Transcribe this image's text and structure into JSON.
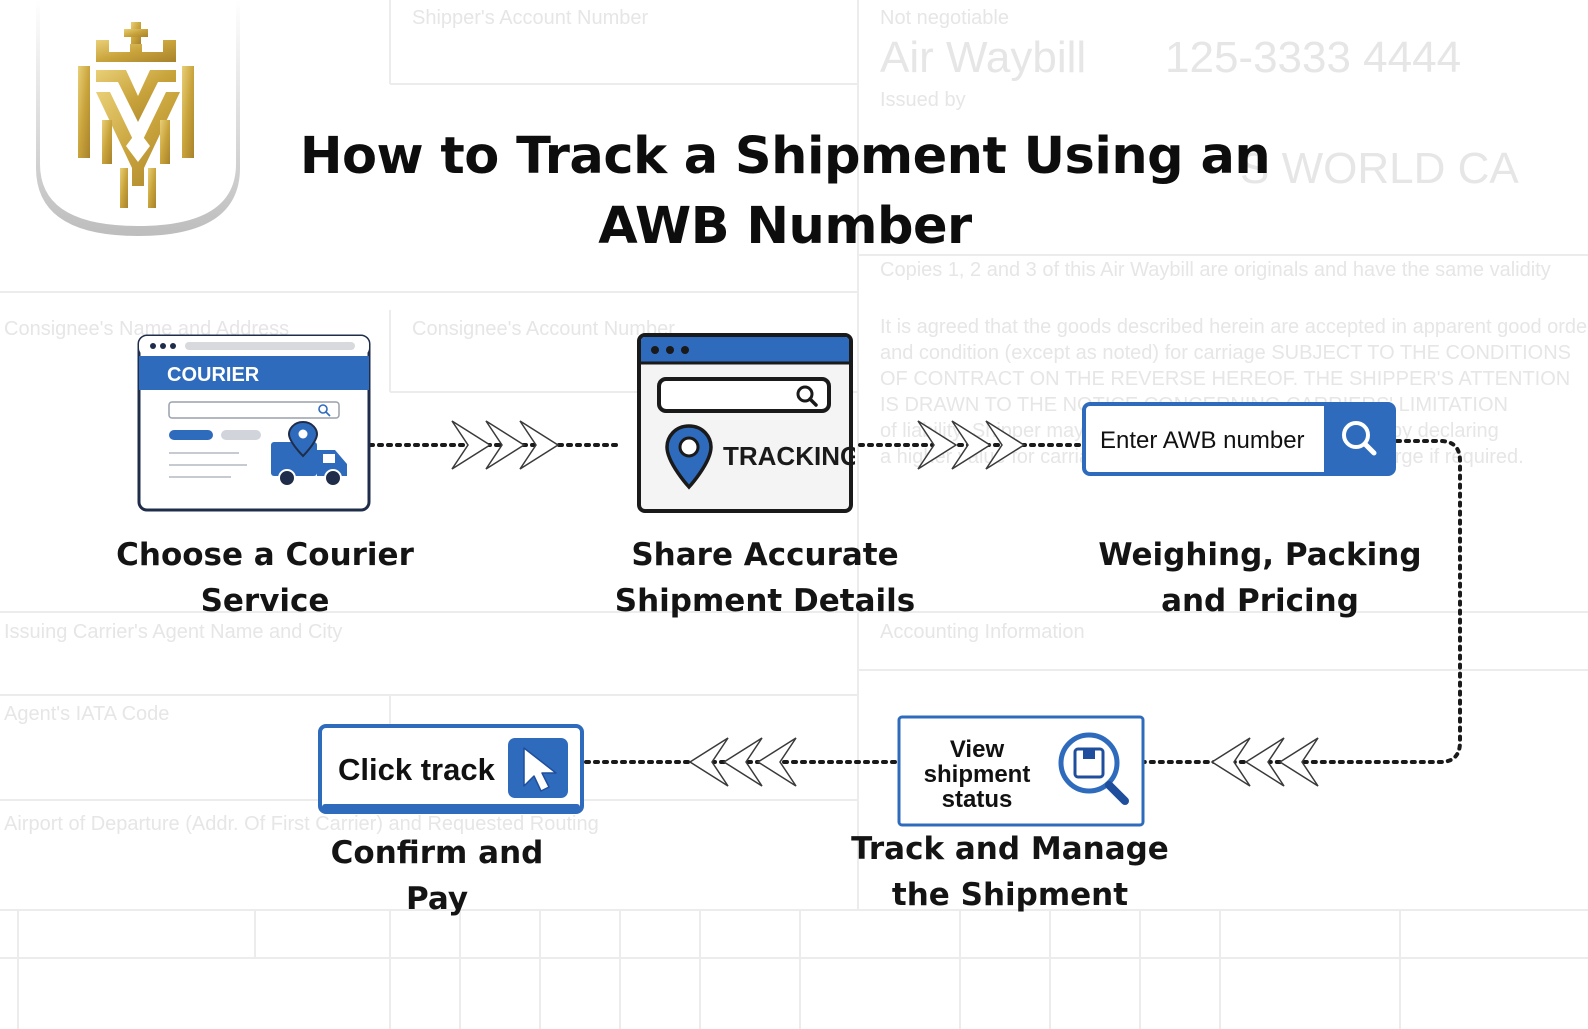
{
  "title": {
    "line1": "How to Track a Shipment Using an",
    "line2": "AWB Number"
  },
  "steps": [
    {
      "label": "Choose a Courier Service",
      "icon": "courier-website-icon",
      "icon_text": "COURIER"
    },
    {
      "label": "Share Accurate Shipment Details",
      "icon": "tracking-page-icon",
      "icon_text": "TRACKING"
    },
    {
      "label": "Weighing, Packing and Pricing",
      "icon": "awb-search-bar-icon",
      "icon_text": "Enter AWB number"
    },
    {
      "label": "Track and Manage the Shipment",
      "icon": "view-status-card-icon",
      "icon_text": [
        "View",
        "shipment",
        "status"
      ]
    },
    {
      "label": "Confirm and Pay",
      "icon": "click-track-button-icon",
      "icon_text": "Click track"
    }
  ],
  "background_form": {
    "fields": [
      "Shipper's Account Number",
      "Not negotiable",
      "Air Waybill",
      "125-3333 4444",
      "Issued by",
      "S WORLD CA",
      "Copies 1, 2 and 3 of this Air Waybill are originals and have the same validity",
      "Consignee's Name and Address",
      "Consignee's Account Number",
      "It is agreed that the goods described herein are accepted in apparent good order",
      "and condition (except as noted) for carriage SUBJECT TO THE CONDITIONS",
      "OF CONTRACT ON THE REVERSE HEREOF. THE SHIPPER'S ATTENTION",
      "IS DRAWN TO THE NOTICE CONCERNING CARRIERS' LIMITATION",
      "of liability. Shipper may increase such limitation of liability by declaring",
      "a higher value for carriage and paying a supplemental charge if required.",
      "Issuing Carrier's Agent Name and City",
      "Accounting Information",
      "Agent's IATA Code",
      "Airport of Departure (Addr. Of First Carrier) and Requested Routing"
    ]
  },
  "colors": {
    "brand_blue": "#2f6bbd",
    "dark_blue": "#1f4f9c",
    "gold": "#c9a43c",
    "text": "#111111"
  }
}
